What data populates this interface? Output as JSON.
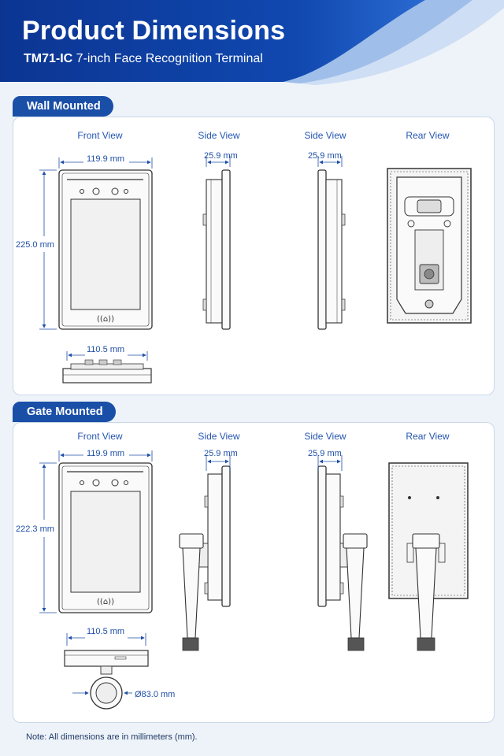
{
  "header": {
    "title": "Product Dimensions",
    "model": "TM71-IC",
    "subtitle_rest": " 7-inch Face Recognition Terminal"
  },
  "sections": {
    "wall": {
      "tab": "Wall Mounted",
      "views": [
        "Front View",
        "Side View",
        "Side View",
        "Rear View"
      ],
      "width": "119.9 mm",
      "height": "225.0 mm",
      "depth_1": "25.9 mm",
      "depth_2": "25.9 mm",
      "bottom_width": "110.5 mm"
    },
    "gate": {
      "tab": "Gate Mounted",
      "views": [
        "Front View",
        "Side View",
        "Side View",
        "Rear View"
      ],
      "width": "119.9 mm",
      "height": "222.3 mm",
      "depth_1": "25.9 mm",
      "depth_2": "25.9 mm",
      "bottom_width": "110.5 mm",
      "pole_diameter": "Ø83.0 mm"
    }
  },
  "note": "Note: All dimensions are in millimeters (mm).",
  "colors": {
    "header_blue": "#0f3d99",
    "accent": "#1a4fa8",
    "dimension_blue": "#1f4fa6"
  }
}
